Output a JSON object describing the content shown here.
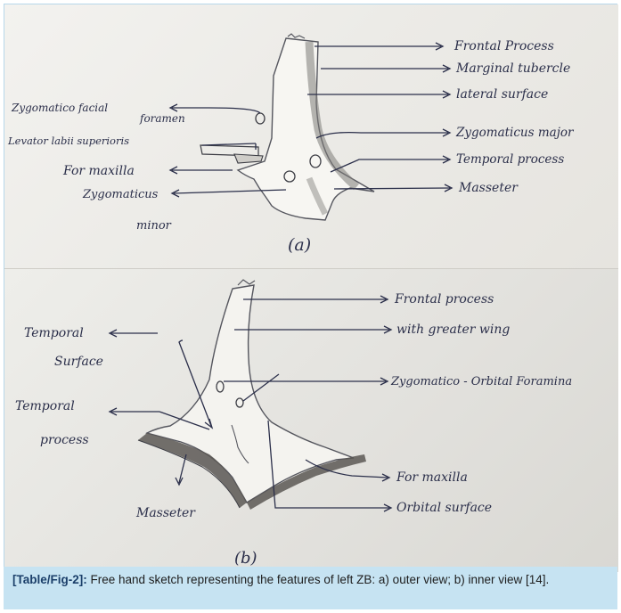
{
  "figure": {
    "panel_a": {
      "panel_label": "(a)",
      "labels": {
        "frontal_process": "Frontal Process",
        "marginal_tubercle": "Marginal tubercle",
        "lateral_surface": "lateral surface",
        "zygomaticus_major": "Zygomaticus major",
        "temporal_process": "Temporal process",
        "masseter": "Masseter",
        "zygomatico_facial_1": "Zygomatico facial",
        "zygomatico_facial_2": "foramen",
        "levator": "Levator labii superioris",
        "for_maxilla": "For maxilla",
        "zygomaticus_minor_1": "Zygomaticus",
        "zygomaticus_minor_2": "minor"
      }
    },
    "panel_b": {
      "panel_label": "(b)",
      "labels": {
        "frontal_process": "Frontal process",
        "greater_wing": "with greater wing",
        "zygomatico_orbital": "Zygomatico - Orbital Foramina",
        "temporal_surface_1": "Temporal",
        "temporal_surface_2": "Surface",
        "temporal_process_1": "Temporal",
        "temporal_process_2": "process",
        "for_maxilla": "For maxilla",
        "masseter": "Masseter",
        "orbital_surface": "Orbital surface"
      }
    }
  },
  "caption": {
    "tag": "[Table/Fig-2]:",
    "text": " Free hand sketch representing the features of left ZB: a) outer view; b) inner view [14]."
  }
}
